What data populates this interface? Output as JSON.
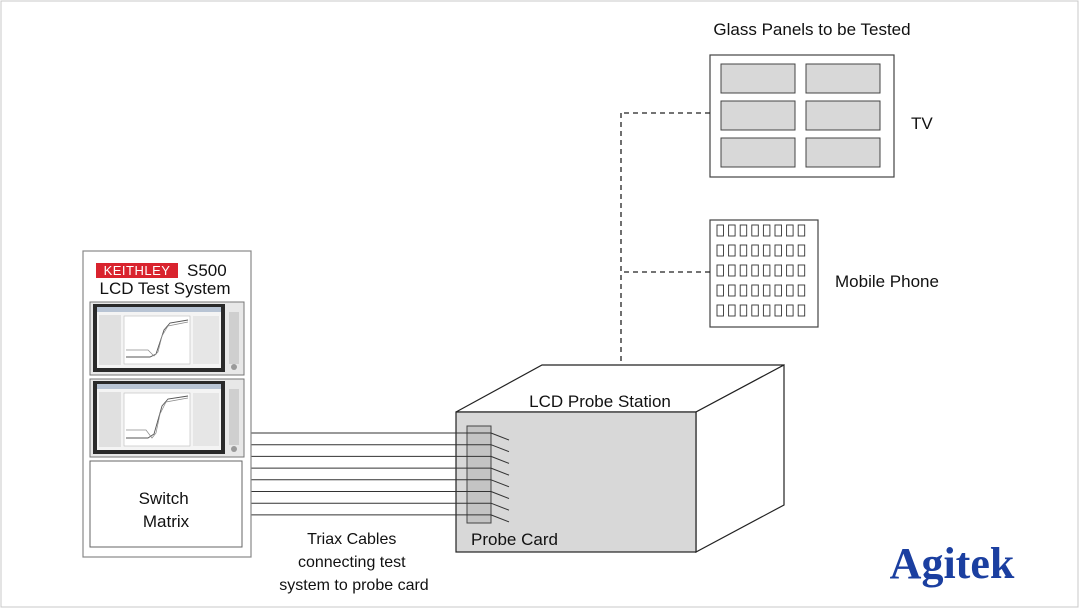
{
  "glass_panels": {
    "title": "Glass Panels to be Tested"
  },
  "tv": {
    "label": "TV"
  },
  "phone": {
    "label": "Mobile Phone"
  },
  "test_system": {
    "brand": "KEITHLEY",
    "model": "S500",
    "name": "LCD Test System",
    "switch_matrix": [
      "Switch",
      "Matrix"
    ]
  },
  "probe_station": {
    "label": "LCD Probe Station"
  },
  "probe_card": {
    "label": "Probe Card"
  },
  "cables": {
    "caption": [
      "Triax Cables",
      "connecting test",
      "system to probe card"
    ]
  },
  "logo": {
    "text": "Agitek"
  },
  "colors": {
    "keithley_red": "#d9232e",
    "logo_blue": "#1b3fa0",
    "box_gray": "#d8d8d8",
    "screen_dark": "#2a2a2a"
  }
}
